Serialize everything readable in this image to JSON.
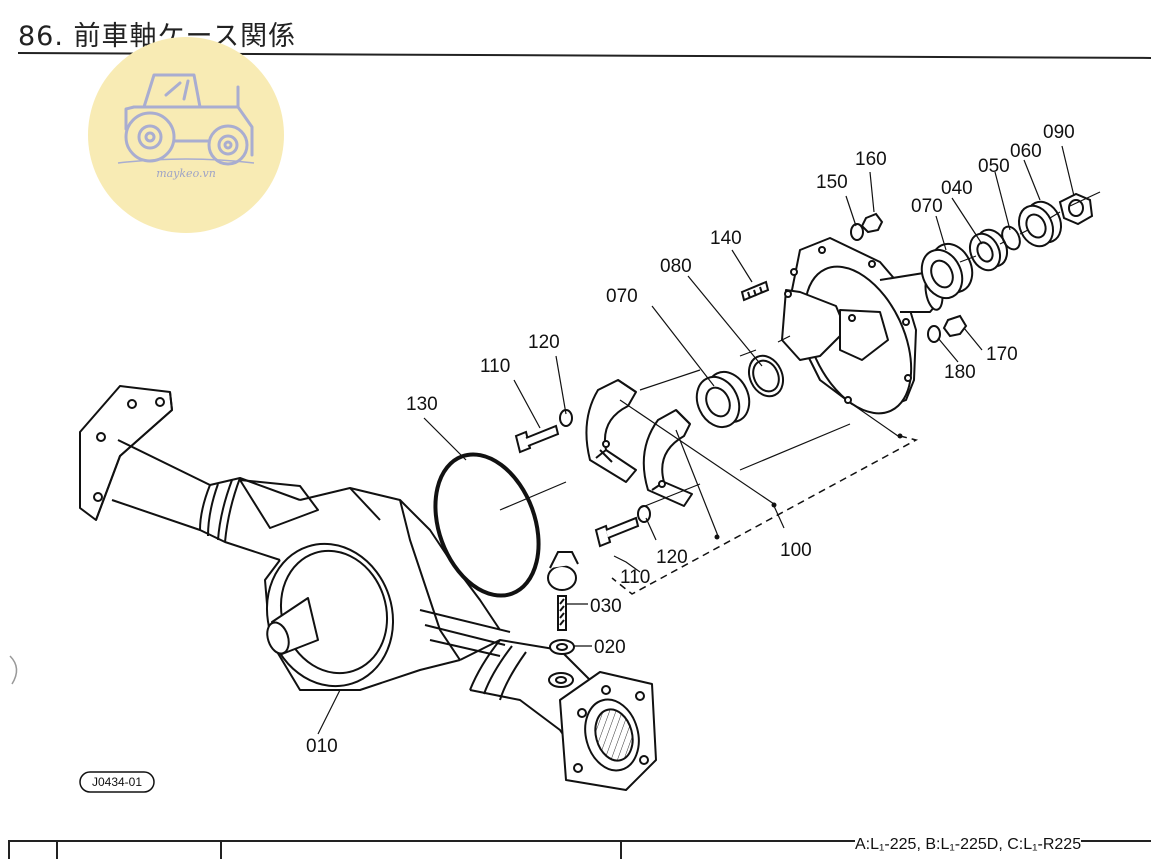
{
  "title": "86. 前車軸ケース関係",
  "watermark": {
    "text": "maykeo.vn"
  },
  "diagram_ref": "J0434-01",
  "models": "A:L₁-225, B:L₁-225D, C:L₁-R225",
  "callouts": {
    "c010": "010",
    "c020": "020",
    "c030": "030",
    "c040": "040",
    "c050": "050",
    "c060": "060",
    "c070a": "070",
    "c070b": "070",
    "c080": "080",
    "c090": "090",
    "c100": "100",
    "c110a": "110",
    "c110b": "110",
    "c120a": "120",
    "c120b": "120",
    "c130": "130",
    "c140": "140",
    "c150": "150",
    "c160": "160",
    "c170": "170",
    "c180": "180"
  }
}
